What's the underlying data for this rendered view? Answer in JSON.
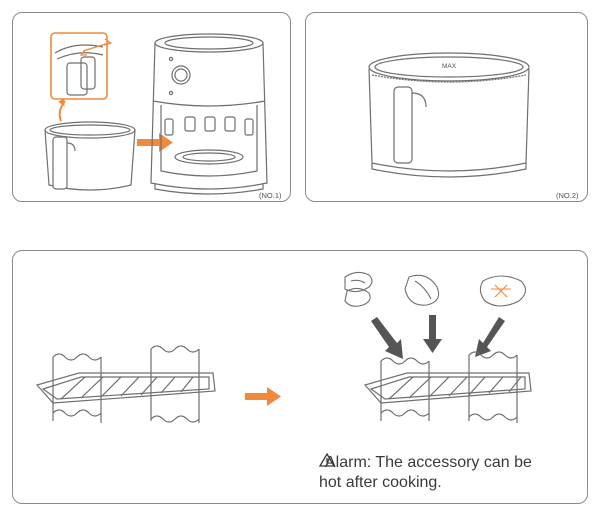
{
  "panels": {
    "p1": {
      "tag": "(NO.1)"
    },
    "p2": {
      "tag": "(NO.2)",
      "max_label": "MAX"
    },
    "p3": {
      "alarm_line1": "Alarm: The accessory can be",
      "alarm_line2": "hot after cooking."
    }
  },
  "colors": {
    "accent": "#f08a3c",
    "stroke": "#6f6f6f",
    "arrow_dark": "#555555"
  },
  "icons": [
    "warning-triangle-icon",
    "orange-arrow-icon",
    "down-arrow-icon"
  ]
}
